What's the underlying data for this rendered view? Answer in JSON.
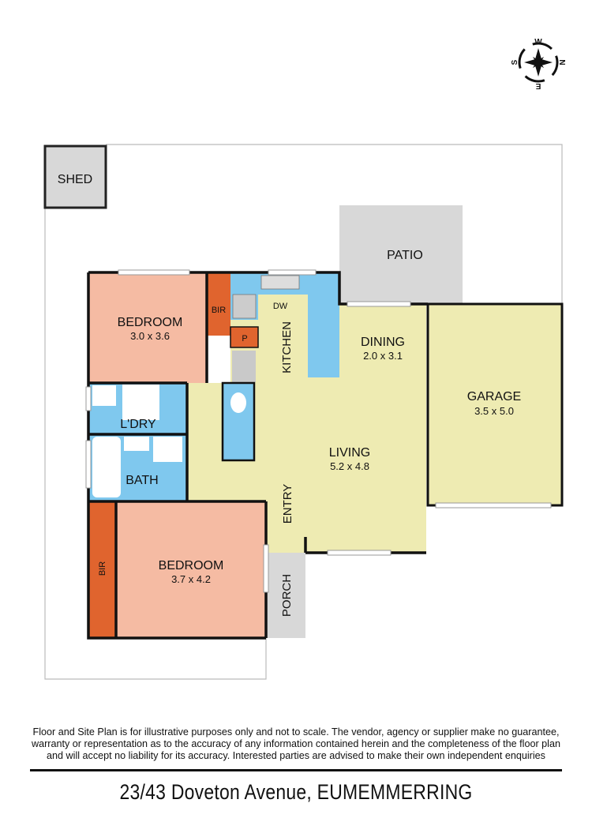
{
  "compass": {
    "top": "W",
    "right": "N",
    "bottom": "E",
    "left": "S"
  },
  "rooms": {
    "shed": "SHED",
    "patio": "PATIO",
    "bedroom1": {
      "name": "BEDROOM",
      "size": "3.0 x 3.6"
    },
    "bir1": "BIR",
    "pantry": "P",
    "kitchen": "KITCHEN",
    "dishwasher": "DW",
    "dining": {
      "name": "DINING",
      "size": "2.0 x 3.1"
    },
    "garage": {
      "name": "GARAGE",
      "size": "3.5 x 5.0"
    },
    "laundry": "L'DRY",
    "living": {
      "name": "LIVING",
      "size": "5.2 x 4.8"
    },
    "bath": "BATH",
    "entry": "ENTRY",
    "bir2": "BIR",
    "bedroom2": {
      "name": "BEDROOM",
      "size": "3.7 x 4.2"
    },
    "porch": "PORCH"
  },
  "colors": {
    "bedroom": "#f5bba3",
    "robe": "#e0642e",
    "wet": "#7fc8ee",
    "living": "#eeebb2",
    "outdoor": "#d8d8d8"
  },
  "disclaimer": [
    "Floor and Site Plan is for illustrative purposes only and not to scale.  The vendor, agency or supplier make no guarantee,",
    "warranty or representation as to the accuracy of any information contained herein and the completeness of the floor plan",
    "and will accept no liability for its accuracy.  Interested parties are advised to make their own independent enquiries"
  ],
  "address": "23/43 Doveton Avenue, EUMEMMERRING"
}
